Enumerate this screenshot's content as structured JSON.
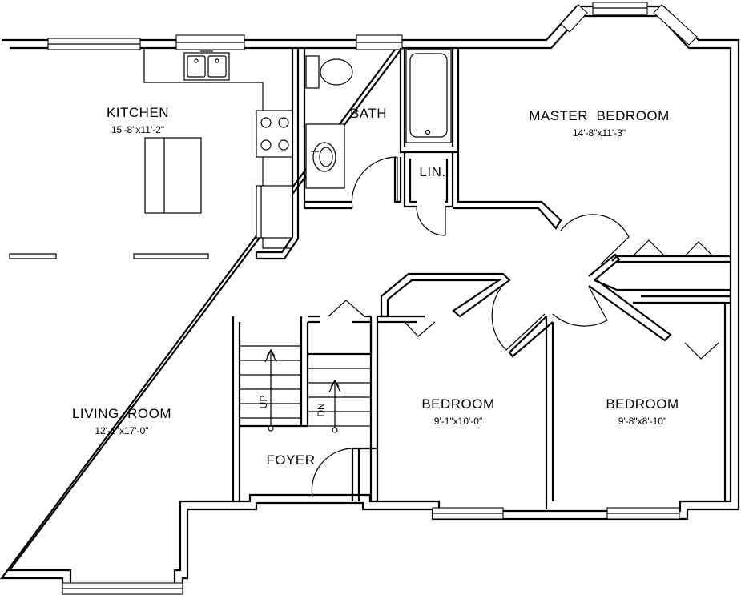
{
  "rooms": {
    "kitchen": {
      "name": "KITCHEN",
      "dims": "15'-8\"x11'-2\""
    },
    "bath": {
      "name": "BATH"
    },
    "linen": {
      "name": "LIN."
    },
    "master_bedroom": {
      "name": "MASTER  BEDROOM",
      "dims": "14'-8\"x11'-3\""
    },
    "living_room": {
      "name": "LIVING  ROOM",
      "dims": "12'-1\"x17'-0\""
    },
    "foyer": {
      "name": "FOYER"
    },
    "bedroom_1": {
      "name": "BEDROOM",
      "dims": "9'-1\"x10'-0\""
    },
    "bedroom_2": {
      "name": "BEDROOM",
      "dims": "9'-8\"x8'-10\""
    }
  },
  "stairs": {
    "up_label": "UP",
    "down_label": "DN"
  }
}
